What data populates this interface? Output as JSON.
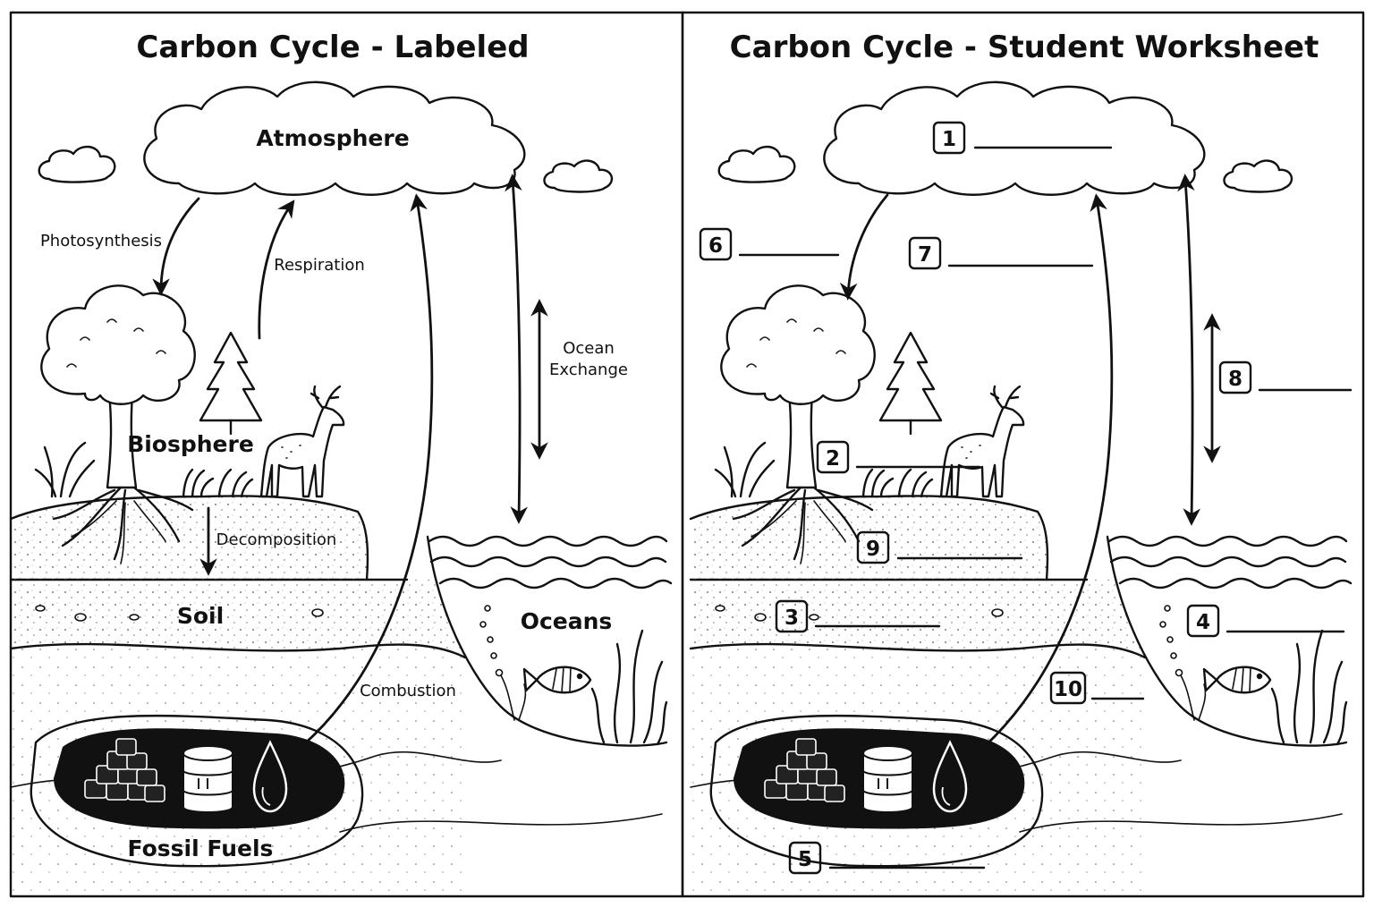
{
  "left_panel": {
    "title": "Carbon Cycle - Labeled",
    "reservoirs": {
      "atmosphere": "Atmosphere",
      "biosphere": "Biosphere",
      "soil": "Soil",
      "oceans": "Oceans",
      "fossil_fuels": "Fossil Fuels"
    },
    "processes": {
      "photosynthesis": "Photosynthesis",
      "respiration": "Respiration",
      "ocean_exchange_line1": "Ocean",
      "ocean_exchange_line2": "Exchange",
      "decomposition": "Decomposition",
      "combustion": "Combustion"
    }
  },
  "right_panel": {
    "title": "Carbon Cycle - Student Worksheet",
    "blanks": [
      "1",
      "2",
      "3",
      "4",
      "5",
      "6",
      "7",
      "8",
      "9",
      "10"
    ]
  }
}
